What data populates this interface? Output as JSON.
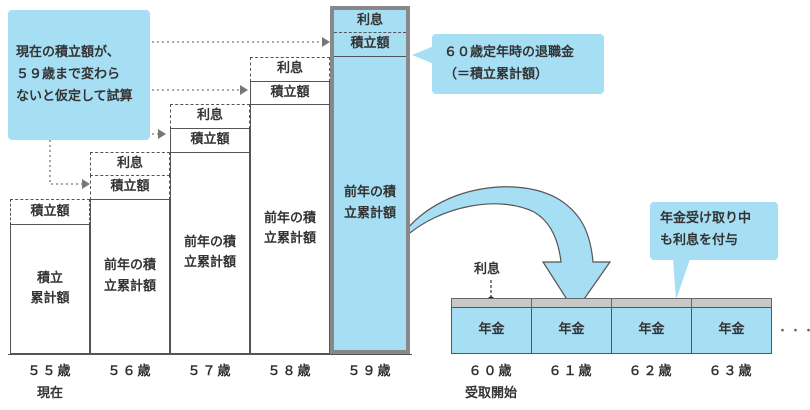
{
  "callout_left": {
    "lines": [
      "現在の積立額が、",
      "５９歳まで変わら",
      "ないと仮定して試算"
    ]
  },
  "callout_right": {
    "lines": [
      "６０歳定年時の退職金",
      "（＝積立累計額）"
    ]
  },
  "callout_pension": {
    "lines": [
      "年金受け取り中",
      "も利息を付与"
    ]
  },
  "bars": {
    "age55": {
      "top": "積立額",
      "main": [
        "積立",
        "累計額"
      ]
    },
    "age56": {
      "interest": "利息",
      "top": "積立額",
      "main": [
        "前年の積",
        "立累計額"
      ]
    },
    "age57": {
      "interest": "利息",
      "top": "積立額",
      "main": [
        "前年の積",
        "立累計額"
      ]
    },
    "age58": {
      "interest": "利息",
      "top": "積立額",
      "main": [
        "前年の積",
        "立累計額"
      ]
    },
    "age59": {
      "interest": "利息",
      "top": "積立額",
      "main": [
        "前年の積",
        "立累計額"
      ]
    }
  },
  "payout": {
    "interest_label": "利息",
    "cells": [
      "年金",
      "年金",
      "年金",
      "年金"
    ],
    "ellipsis": "・・・"
  },
  "ages": [
    "５５歳",
    "５６歳",
    "５７歳",
    "５８歳",
    "５９歳",
    "６０歳",
    "６１歳",
    "６２歳",
    "６３歳"
  ],
  "age_notes": {
    "now": "現在",
    "start": "受取開始"
  },
  "colors": {
    "accent_blue": "#a6def4",
    "highlight_border": "#888888",
    "interest_strip": "#c8c8c8"
  }
}
